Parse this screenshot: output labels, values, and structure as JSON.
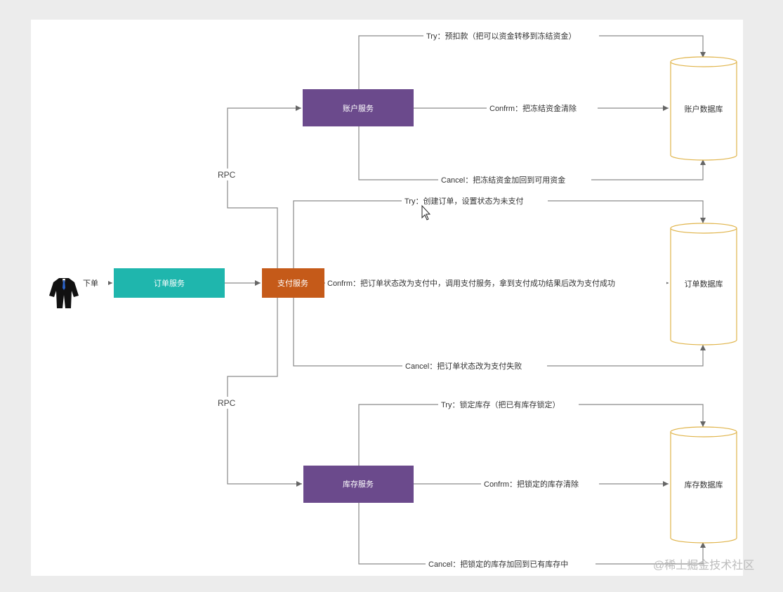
{
  "actor": {
    "label": "下单"
  },
  "services": {
    "order": {
      "label": "订单服务",
      "color": "#1fb6ad"
    },
    "payment": {
      "label": "支付服务",
      "color": "#c55a19"
    },
    "account": {
      "label": "账户服务",
      "color": "#6b4a8c"
    },
    "inventory": {
      "label": "库存服务",
      "color": "#6b4a8c"
    }
  },
  "databases": {
    "account": {
      "label": "账户数据库"
    },
    "order": {
      "label": "订单数据库"
    },
    "inventory": {
      "label": "库存数据库"
    }
  },
  "rpc": {
    "top": "RPC",
    "bottom": "RPC"
  },
  "account_flows": {
    "try": "Try：预扣款（把可以资金转移到冻结资金）",
    "confirm": "Confrm：把冻结资金清除",
    "cancel": "Cancel：把冻结资金加回到可用资金"
  },
  "order_flows": {
    "try": "Try：创建订单，设置状态为未支付",
    "confirm": "Confrm：把订单状态改为支付中，调用支付服务，拿到支付成功结果后改为支付成功",
    "cancel": "Cancel：把订单状态改为支付失败"
  },
  "inventory_flows": {
    "try": "Try：锁定库存（把已有库存锁定）",
    "confirm": "Confrm：把锁定的库存清除",
    "cancel": "Cancel：把锁定的库存加回到已有库存中"
  },
  "watermark": "@稀土掘金技术社区",
  "colors": {
    "db_stroke": "#e0b44a",
    "line": "#8a8a8a",
    "canvas": "#ffffff"
  }
}
